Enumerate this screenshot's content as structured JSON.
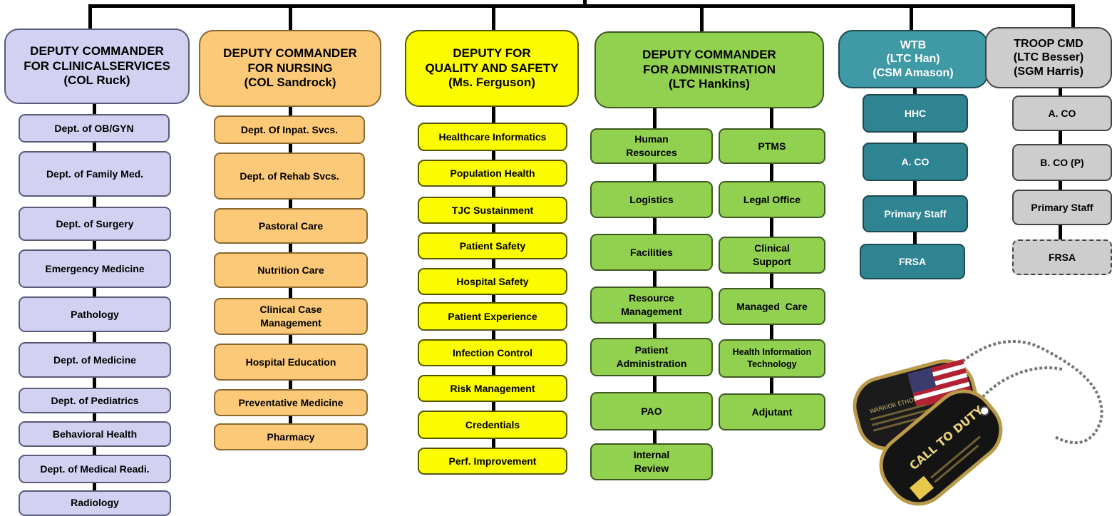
{
  "columns": {
    "clinical": {
      "header": "DEPUTY COMMANDER\nFOR CLINICALSERVICES\n(COL Ruck)",
      "items": [
        "Dept. of OB/GYN",
        "Dept. of Family Med.",
        "Dept. of Surgery",
        "Emergency Medicine",
        "Pathology",
        "Dept. of Medicine",
        "Dept. of Pediatrics",
        "Behavioral Health",
        "Dept. of Medical Readi.",
        "Radiology"
      ]
    },
    "nursing": {
      "header": "DEPUTY COMMANDER\nFOR NURSING\n(COL Sandrock)",
      "items": [
        "Dept. Of Inpat. Svcs.",
        "Dept. of Rehab Svcs.",
        "Pastoral Care",
        "Nutrition Care",
        "Clinical Case\nManagement",
        "Hospital Education",
        "Preventative Medicine",
        "Pharmacy"
      ]
    },
    "quality": {
      "header": "DEPUTY FOR\nQUALITY AND SAFETY\n(Ms. Ferguson)",
      "items": [
        "Healthcare Informatics",
        "Population Health",
        "TJC Sustainment",
        "Patient Safety",
        "Hospital Safety",
        "Patient Experience",
        "Infection Control",
        "Risk Management",
        "Credentials",
        "Perf. Improvement"
      ]
    },
    "admin": {
      "header": "DEPUTY COMMANDER\nFOR ADMINISTRATION\n(LTC Hankins)",
      "left_items": [
        "Human\nResources",
        "Logistics",
        "Facilities",
        "Resource\nManagement",
        "Patient\nAdministration",
        "PAO",
        "Internal\nReview"
      ],
      "right_items": [
        "PTMS",
        "Legal Office",
        "Clinical\nSupport",
        "Managed  Care",
        "Health Information\nTechnology",
        "Adjutant"
      ]
    },
    "wtb": {
      "header": "WTB\n(LTC Han)\n(CSM Amason)",
      "items": [
        "HHC",
        "A. CO",
        "Primary Staff",
        "FRSA"
      ]
    },
    "troop": {
      "header": "TROOP CMD\n(LTC Besser)\n(SGM Harris)",
      "items": [
        "A. CO",
        "B. CO (P)",
        "Primary Staff",
        "FRSA"
      ]
    }
  },
  "colors": {
    "clinical": "#d2d1f2",
    "nursing": "#fbc978",
    "quality": "#fcfc00",
    "admin": "#92d050",
    "wtb": "#2e8491",
    "troop": "#cdcdcd"
  },
  "image": {
    "icon": "dog-tags-image",
    "tag_texts": [
      "WARRIOR ETHOS",
      "CALL TO DUTY"
    ]
  }
}
